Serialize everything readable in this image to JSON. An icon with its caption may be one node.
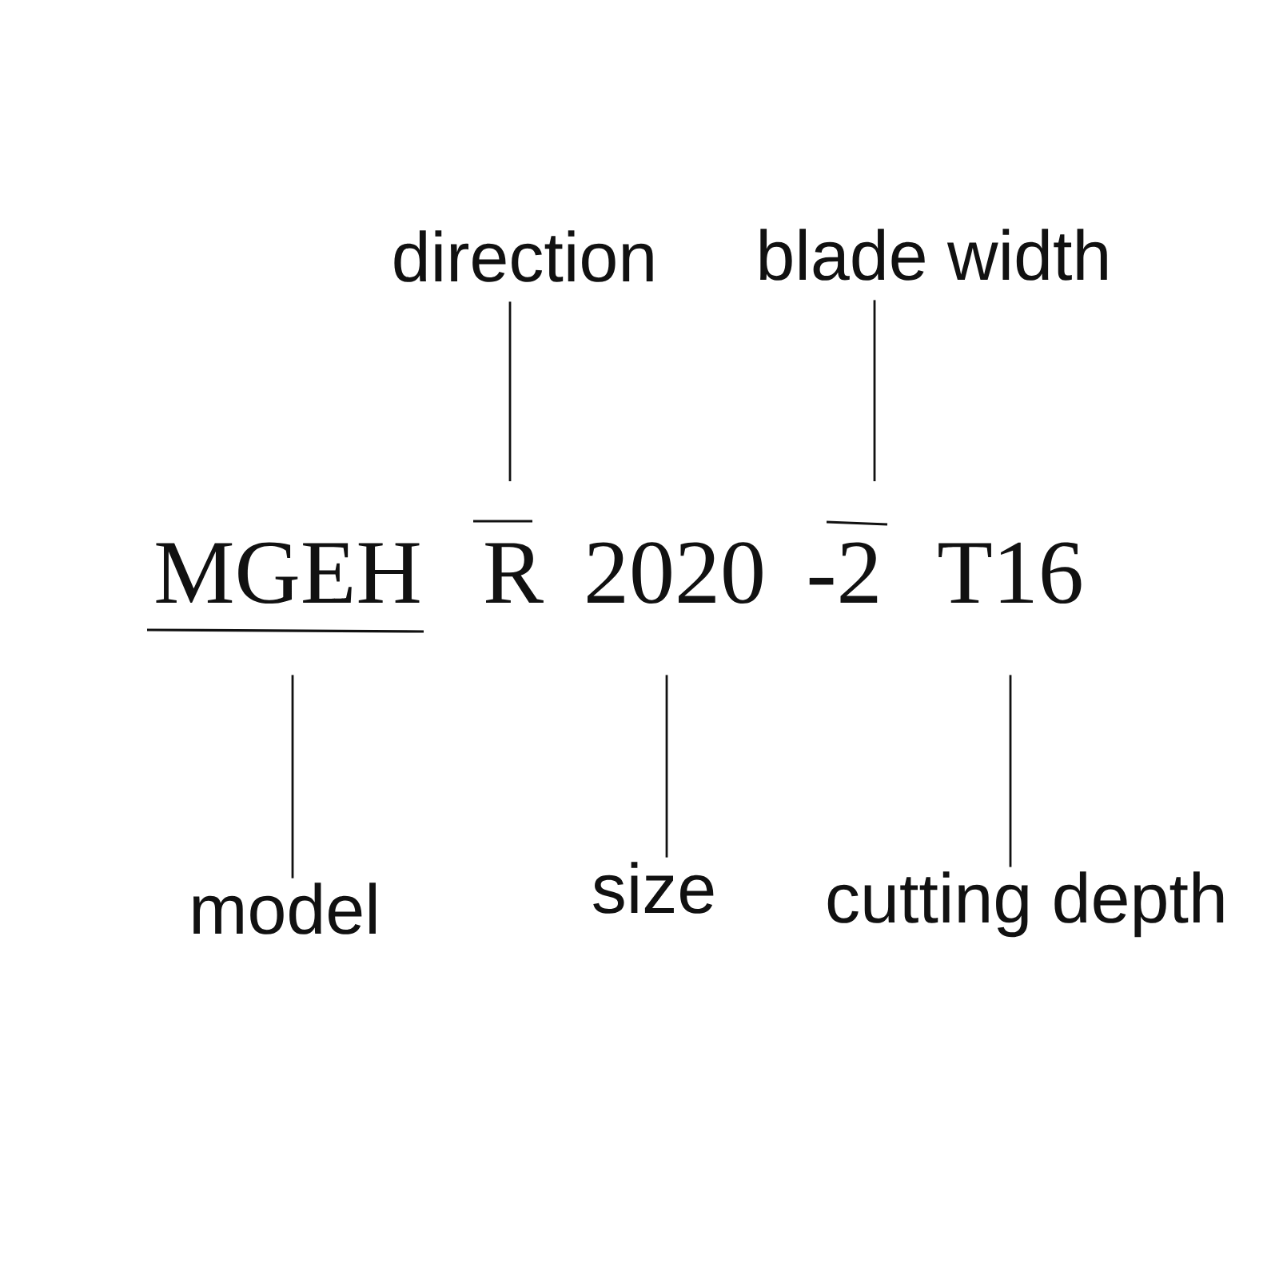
{
  "diagram": {
    "nodes": [
      {
        "text": [
          "direction"
        ]
      },
      {
        "text": [
          "blade width"
        ]
      },
      {
        "text": [
          "MGEH"
        ]
      },
      {
        "text": [
          "R"
        ]
      },
      {
        "text": [
          "2020"
        ]
      },
      {
        "text": [
          "-2"
        ]
      },
      {
        "text": [
          "T16"
        ]
      },
      {
        "text": [
          "model"
        ]
      },
      {
        "text": [
          "size"
        ]
      },
      {
        "text": [
          "cutting depth"
        ]
      }
    ],
    "edges": [
      {
        "from": 0,
        "to": 3,
        "arrow": "none"
      },
      {
        "from": 1,
        "to": 5,
        "arrow": "none"
      },
      {
        "from": 7,
        "to": 2,
        "arrow": "none"
      },
      {
        "from": 8,
        "to": 4,
        "arrow": "none"
      },
      {
        "from": 9,
        "to": 6,
        "arrow": "none"
      }
    ]
  }
}
